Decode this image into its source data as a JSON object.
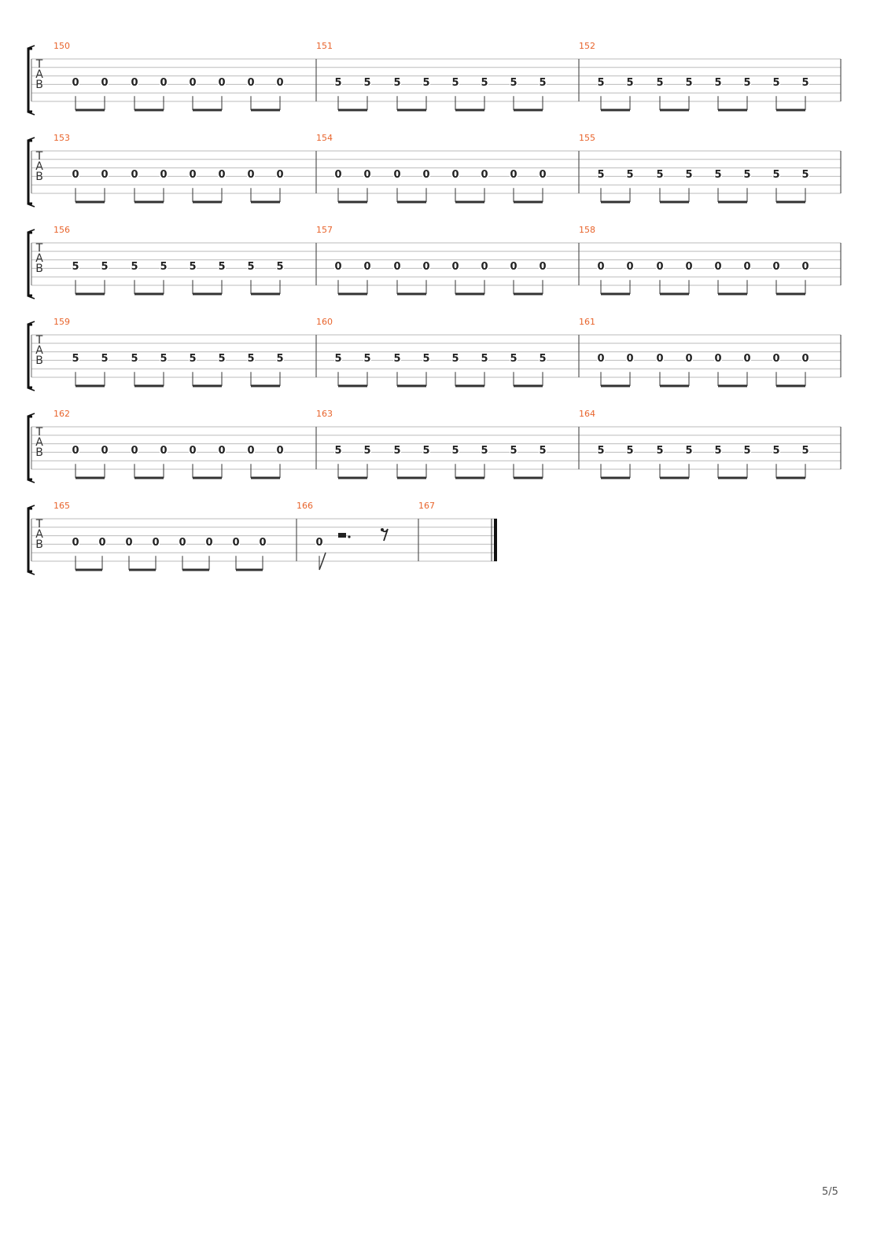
{
  "page": {
    "number_label": "5/5"
  },
  "colors": {
    "measure_number": "#e8642c",
    "staff_line": "#bbbbbb",
    "ink": "#222222"
  },
  "clef": {
    "letters": [
      "T",
      "A",
      "B"
    ]
  },
  "systems": [
    {
      "measures": [
        {
          "number": "150",
          "notes": [
            "0",
            "0",
            "0",
            "0",
            "0",
            "0",
            "0",
            "0"
          ]
        },
        {
          "number": "151",
          "notes": [
            "5",
            "5",
            "5",
            "5",
            "5",
            "5",
            "5",
            "5"
          ]
        },
        {
          "number": "152",
          "notes": [
            "5",
            "5",
            "5",
            "5",
            "5",
            "5",
            "5",
            "5"
          ]
        }
      ]
    },
    {
      "measures": [
        {
          "number": "153",
          "notes": [
            "0",
            "0",
            "0",
            "0",
            "0",
            "0",
            "0",
            "0"
          ]
        },
        {
          "number": "154",
          "notes": [
            "0",
            "0",
            "0",
            "0",
            "0",
            "0",
            "0",
            "0"
          ]
        },
        {
          "number": "155",
          "notes": [
            "5",
            "5",
            "5",
            "5",
            "5",
            "5",
            "5",
            "5"
          ]
        }
      ]
    },
    {
      "measures": [
        {
          "number": "156",
          "notes": [
            "5",
            "5",
            "5",
            "5",
            "5",
            "5",
            "5",
            "5"
          ]
        },
        {
          "number": "157",
          "notes": [
            "0",
            "0",
            "0",
            "0",
            "0",
            "0",
            "0",
            "0"
          ]
        },
        {
          "number": "158",
          "notes": [
            "0",
            "0",
            "0",
            "0",
            "0",
            "0",
            "0",
            "0"
          ]
        }
      ]
    },
    {
      "measures": [
        {
          "number": "159",
          "notes": [
            "5",
            "5",
            "5",
            "5",
            "5",
            "5",
            "5",
            "5"
          ]
        },
        {
          "number": "160",
          "notes": [
            "5",
            "5",
            "5",
            "5",
            "5",
            "5",
            "5",
            "5"
          ]
        },
        {
          "number": "161",
          "notes": [
            "0",
            "0",
            "0",
            "0",
            "0",
            "0",
            "0",
            "0"
          ]
        }
      ]
    },
    {
      "measures": [
        {
          "number": "162",
          "notes": [
            "0",
            "0",
            "0",
            "0",
            "0",
            "0",
            "0",
            "0"
          ]
        },
        {
          "number": "163",
          "notes": [
            "5",
            "5",
            "5",
            "5",
            "5",
            "5",
            "5",
            "5"
          ]
        },
        {
          "number": "164",
          "notes": [
            "5",
            "5",
            "5",
            "5",
            "5",
            "5",
            "5",
            "5"
          ]
        }
      ]
    },
    {
      "measures": [
        {
          "number": "165",
          "notes": [
            "0",
            "0",
            "0",
            "0",
            "0",
            "0",
            "0",
            "0"
          ]
        },
        {
          "number": "166",
          "notes": [
            "0"
          ],
          "rests": [
            "dotted-half-rest",
            "eighth-rest"
          ]
        },
        {
          "number": "167",
          "notes": [],
          "final_barline": true
        }
      ]
    }
  ]
}
